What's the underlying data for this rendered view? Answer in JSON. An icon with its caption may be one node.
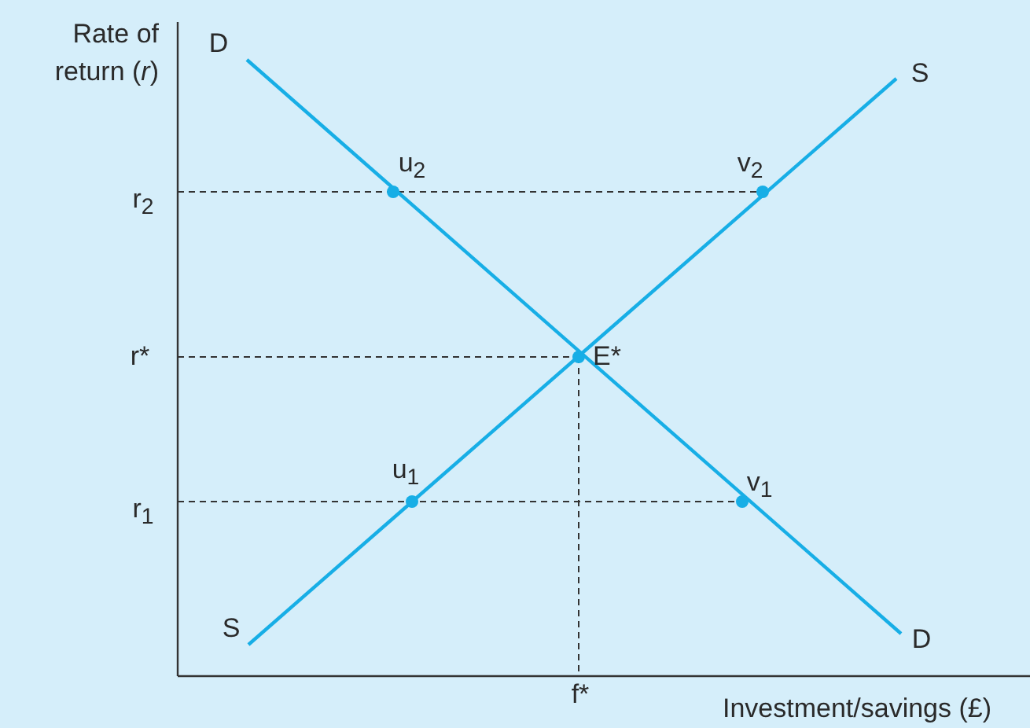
{
  "diagram": {
    "labels": [
      "Rate of return (*r*)",
      "D",
      "S",
      "r$_{2}$",
      "u$_{2}$",
      "v$_{2}$",
      "r*",
      "E*",
      "r$_{1}$",
      "u$_{1}$",
      "v$_{1}$",
      "S",
      "D",
      "f*",
      "Investment/savings (£)"
    ]
  }
}
